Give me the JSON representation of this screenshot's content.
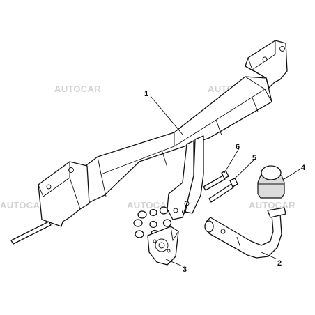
{
  "watermarks": [
    {
      "id": "wm-1",
      "text": "AUTOCAR"
    },
    {
      "id": "wm-2",
      "text": "AUTOCAR"
    },
    {
      "id": "wm-3",
      "text": "AUTOCAR"
    },
    {
      "id": "wm-4",
      "text": "AUTOCAR"
    },
    {
      "id": "wm-5",
      "text": "AUTOCAR"
    }
  ],
  "callouts": [
    {
      "id": "callout-1",
      "label": "1"
    },
    {
      "id": "callout-2",
      "label": "2"
    },
    {
      "id": "callout-3",
      "label": "3"
    },
    {
      "id": "callout-4",
      "label": "4"
    },
    {
      "id": "callout-5",
      "label": "5"
    },
    {
      "id": "callout-6",
      "label": "6"
    }
  ],
  "colors": {
    "line": "#111111",
    "watermark": "#d2d2d2",
    "background": "#ffffff"
  }
}
